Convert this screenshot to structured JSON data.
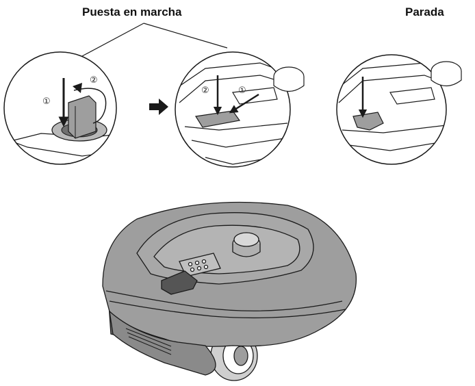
{
  "headings": {
    "start": "Puesta en marcha",
    "stop": "Parada"
  },
  "step_markers": {
    "detail1_first": "①",
    "detail1_second": "②",
    "detail2_first": "①",
    "detail2_second": "②"
  },
  "icons": {
    "transition": "right-arrow-icon",
    "press": "down-arrow-icon",
    "rotate": "curved-arrow-icon"
  },
  "colors": {
    "body": "#9e9e9e",
    "body_dark": "#6f6f6f",
    "outline": "#1a1a1a",
    "detail_bg": "#ffffff"
  }
}
